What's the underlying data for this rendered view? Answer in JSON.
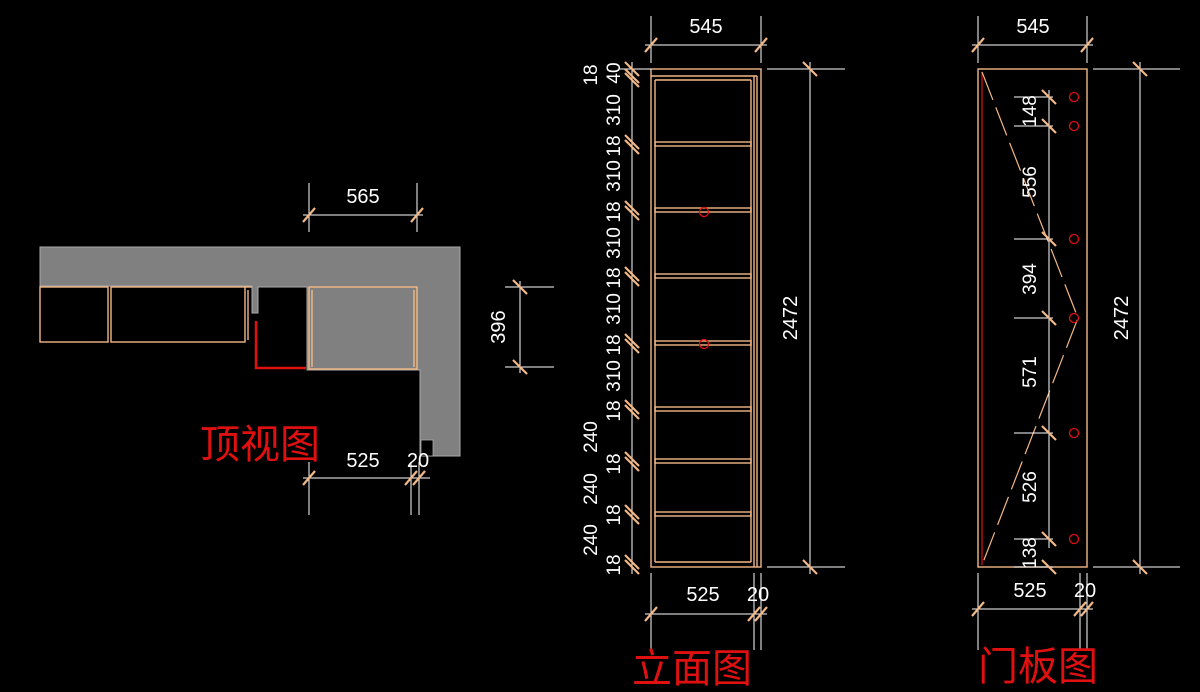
{
  "titles": {
    "top_view": "顶视图",
    "elevation": "立面图",
    "door_panel": "门板图"
  },
  "top_view": {
    "dim_top": "565",
    "dim_side": "396",
    "dim_bottom_width": "525",
    "dim_bottom_side": "20"
  },
  "elevation": {
    "dim_width_top": "545",
    "dim_height": "2472",
    "dim_width_bottom": "525",
    "dim_side_bottom": "20",
    "left_dims": [
      "18",
      "40",
      "310",
      "18",
      "310",
      "18",
      "310",
      "18",
      "310",
      "18",
      "310",
      "18",
      "240",
      "18",
      "240",
      "18",
      "240",
      "18"
    ]
  },
  "door_panel": {
    "dim_width_top": "545",
    "dim_height": "2472",
    "dim_width_bottom": "525",
    "dim_side_bottom": "20",
    "hinge_dims": [
      "148",
      "556",
      "394",
      "571",
      "526",
      "138"
    ]
  },
  "colors": {
    "background": "#000000",
    "cabinet_line": "#f2b886",
    "dimension_line": "#ffffff",
    "title_red": "#e01010",
    "wall_gray": "#808080"
  }
}
